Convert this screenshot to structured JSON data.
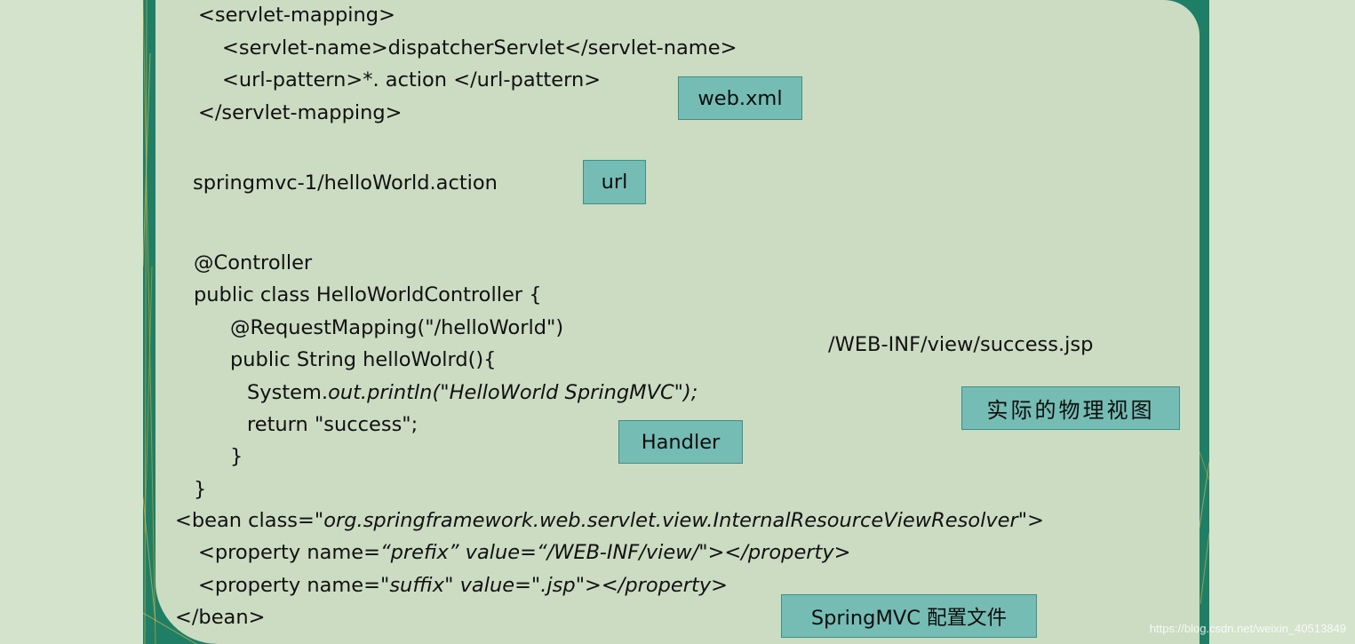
{
  "code": {
    "servlet_mapping_open": "<servlet-mapping>",
    "servlet_name": "<servlet-name>dispatcherServlet</servlet-name>",
    "url_pattern": "<url-pattern>*. action </url-pattern>",
    "servlet_mapping_close": "</servlet-mapping>",
    "url_example": "springmvc-1/helloWorld.action",
    "annotation_controller": "@Controller",
    "class_decl": "public class HelloWorldController {",
    "annotation_mapping": "@RequestMapping(\"/helloWorld\")",
    "method_decl": "public String helloWolrd(){",
    "println_prefix": "System.",
    "println_italic": "out.println(\"HelloWorld SpringMVC\");",
    "return_stmt": "return \"success\";",
    "close_method": "}",
    "close_class": "}",
    "bean_open_prefix": "<bean class=",
    "bean_open_class": "\"org.springframework.web.servlet.view.InternalResourceViewResolver",
    "bean_open_suffix": "\">",
    "prop_prefix_start": "<property name=",
    "prop_prefix_rest": "“prefix” value=“/WEB-INF/view/\"></property>",
    "prop_suffix_start": "<property name=",
    "prop_suffix_rest": "\"suffix\" value=\".jsp\"></property>",
    "bean_close": "</bean>"
  },
  "view_path": "/WEB-INF/view/success.jsp",
  "labels": {
    "web_xml": "web.xml",
    "url": "url",
    "handler": "Handler",
    "physical_view": "实际的物理视图",
    "config_file": "SpringMVC 配置文件"
  },
  "watermark": "https://blog.csdn.net/weixin_40513849",
  "colors": {
    "background": "#d4e3cc",
    "panel": "#cbdcc2",
    "frame": "#1f7f66",
    "label_fill": "#75bcb4",
    "label_border": "#3f8f86"
  }
}
